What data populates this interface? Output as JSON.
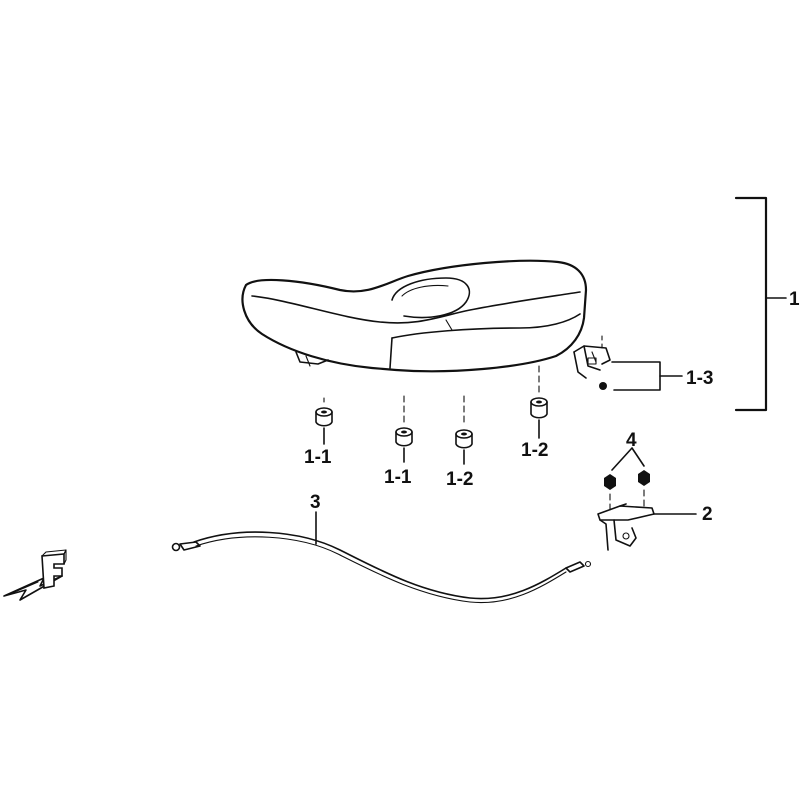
{
  "callouts": {
    "seat_assembly": "1",
    "latch_bracket": "2",
    "seat_cable": "3",
    "nuts": "4",
    "rubber_front_left": "1-1",
    "rubber_front_center": "1-1",
    "rubber_center": "1-2",
    "rubber_right": "1-2",
    "hinge_parts": "1-3"
  },
  "direction_marker": "F",
  "colors": {
    "line": "#111111",
    "background": "#ffffff"
  }
}
